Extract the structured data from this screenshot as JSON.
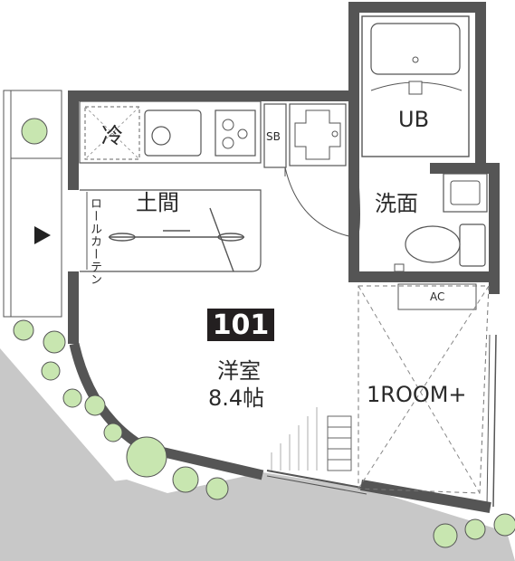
{
  "plan": {
    "unit_number": "101",
    "rooms": {
      "bath": "UB",
      "washroom": "洗面",
      "entrance": "土間",
      "fridge": "冷",
      "shoe_box": "SB",
      "main_room_name": "洋室",
      "main_room_size": "8.4帖",
      "loft": "1ROOM+",
      "aircon": "AC"
    },
    "curtain_note": "ロールカーテン",
    "entry_marker": "▶"
  },
  "colors": {
    "wall": "#555555",
    "ground": "#c8c8c8",
    "tree": "#c8e6b0",
    "tree_edge": "#555555"
  }
}
